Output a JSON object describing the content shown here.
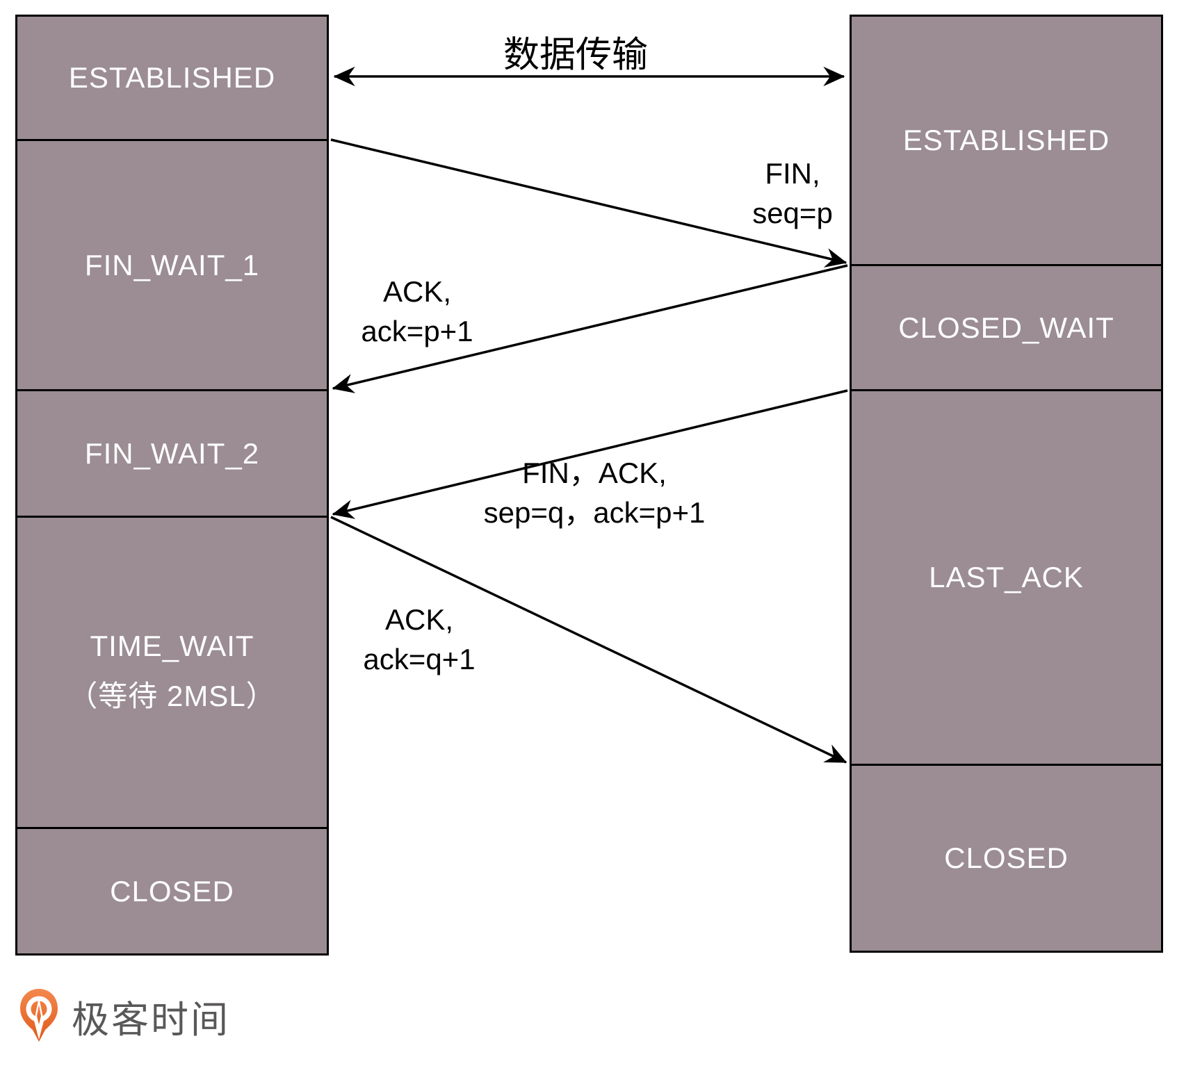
{
  "diagram": {
    "transfer_label": "数据传输",
    "client": {
      "states": [
        {
          "label": "ESTABLISHED"
        },
        {
          "label": "FIN_WAIT_1"
        },
        {
          "label": "FIN_WAIT_2"
        },
        {
          "label": "TIME_WAIT",
          "sublabel": "（等待 2MSL）"
        },
        {
          "label": "CLOSED"
        }
      ]
    },
    "server": {
      "states": [
        {
          "label": "ESTABLISHED"
        },
        {
          "label": "CLOSED_WAIT"
        },
        {
          "label": "LAST_ACK"
        },
        {
          "label": "CLOSED"
        }
      ]
    },
    "messages": [
      {
        "line1": "FIN,",
        "line2": "seq=p"
      },
      {
        "line1": "ACK,",
        "line2": "ack=p+1"
      },
      {
        "line1": "FIN，ACK,",
        "line2": "sep=q，ack=p+1"
      },
      {
        "line1": "ACK,",
        "line2": "ack=q+1"
      }
    ],
    "colors": {
      "box_fill": "#9B8D93",
      "box_border": "#000000",
      "state_text": "#FFFFFF",
      "arrow": "#000000"
    }
  },
  "footer": {
    "brand_text": "极客时间",
    "brand_text_color": "#595757",
    "brand_icon": "geektime-pin-icon",
    "brand_icon_color": "#EC6C2D"
  }
}
